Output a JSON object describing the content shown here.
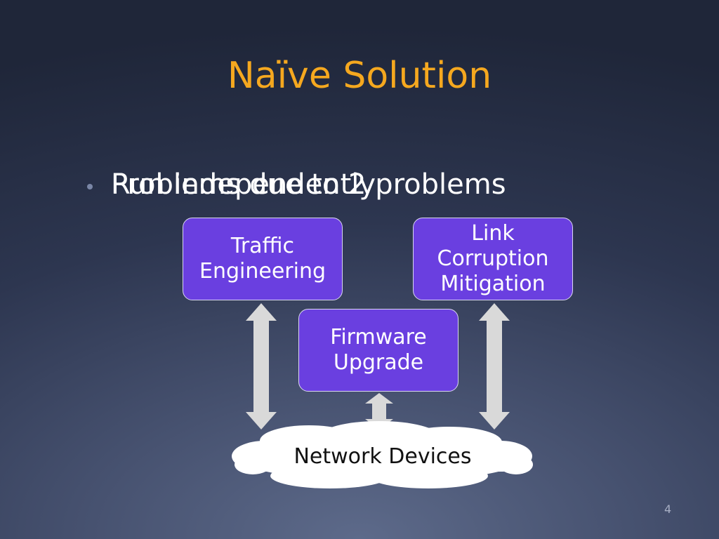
{
  "slide": {
    "title": "Naïve Solution",
    "bullet_text": "Run independently",
    "bullet_overlay_text": "Problems due to 2 problems",
    "page_number": "4"
  },
  "diagram": {
    "boxes": {
      "traffic_engineering": [
        "Traffic",
        "Engineering"
      ],
      "firmware_upgrade": [
        "Firmware",
        "Upgrade"
      ],
      "link_corruption": [
        "Link",
        "Corruption",
        "Mitigation"
      ]
    },
    "cloud_label": "Network Devices"
  },
  "colors": {
    "title": "#f5a81f",
    "box_fill": "#6a3fe0",
    "box_border": "#d9d6f0",
    "arrow_fill": "#d9d9d9",
    "cloud_fill": "#ffffff"
  }
}
